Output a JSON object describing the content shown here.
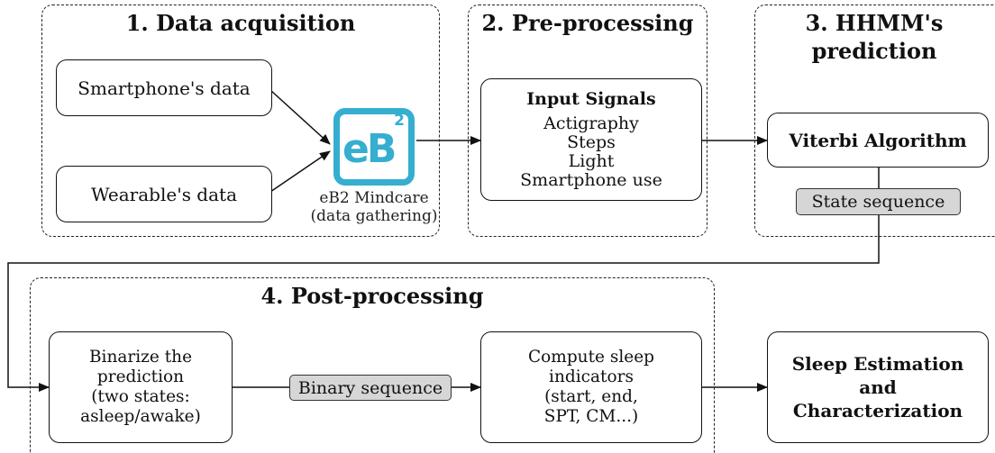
{
  "stages": {
    "acquisition": "1.  Data acquisition",
    "preprocessing": "2.  Pre-processing",
    "hhmm_line1": "3.  HHMM's",
    "hhmm_line2": "prediction",
    "postprocessing": "4.  Post-processing"
  },
  "sources": {
    "smartphone": "Smartphone's data",
    "wearable": "Wearable's data"
  },
  "logo": {
    "letters": "eB",
    "superscript": "2",
    "color": "#35aed0",
    "caption_line1": "eB2 Mindcare",
    "caption_line2": "(data gathering)"
  },
  "input_signals": {
    "title": "Input Signals",
    "items": [
      "Actigraphy",
      "Steps",
      "Light",
      "Smartphone use"
    ]
  },
  "viterbi": "Viterbi Algorithm",
  "state_sequence": "State sequence",
  "binarize": [
    "Binarize the",
    "prediction",
    "(two states:",
    "asleep/awake)"
  ],
  "binary_sequence": "Binary sequence",
  "compute": [
    "Compute sleep",
    "indicators",
    "(start, end,",
    "SPT, CM...)"
  ],
  "output": [
    "Sleep Estimation",
    "and",
    "Characterization"
  ]
}
